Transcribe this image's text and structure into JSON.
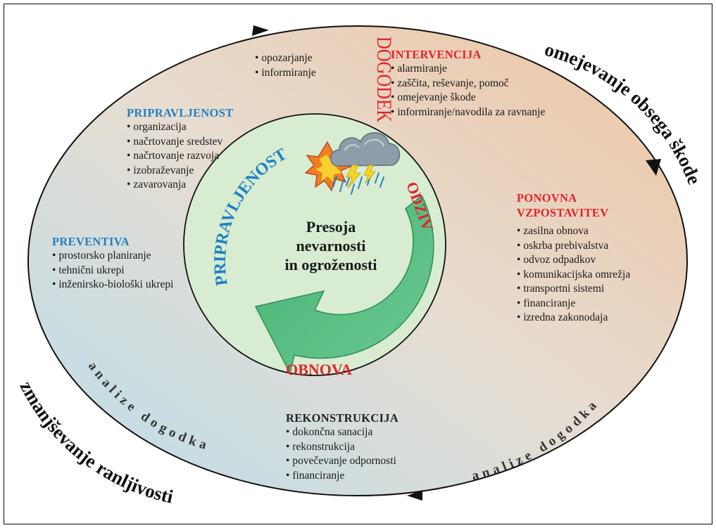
{
  "center": {
    "line1": "Presoja",
    "line2": "nevarnosti",
    "line3": "in ogroženosti"
  },
  "inner_labels": {
    "pripravljenost": "PRIPRAVLJENOST",
    "odziv": "ODZIV",
    "obnova": "OBNOVA"
  },
  "event_label": "DOGODEK",
  "outer_labels": {
    "top_right": "omejevanje obsega škode",
    "bottom_left": "zmanjševanje ranljivosti",
    "analize_left": "analize dogodka",
    "analize_right": "analize dogodka"
  },
  "blocks": {
    "top": {
      "items": [
        "opozarjanje",
        "informiranje"
      ]
    },
    "intervencija": {
      "title": "INTERVENCIJA",
      "items": [
        "alarmiranje",
        "zaščita, reševanje, pomoč",
        "omejevanje škode",
        "informiranje/navodila za ravnanje"
      ]
    },
    "pripravljenost": {
      "title": "PRIPRAVLJENOST",
      "items": [
        "organizacija",
        "načrtovanje sredstev",
        "načrtovanje razvoja",
        "izobraževanje",
        "zavarovanja"
      ]
    },
    "preventiva": {
      "title": "PREVENTIVA",
      "items": [
        "prostorsko planiranje",
        "tehnični ukrepi",
        "inženirsko-biološki ukrepi"
      ]
    },
    "ponovna": {
      "title1": "PONOVNA",
      "title2": "VZPOSTAVITEV",
      "items": [
        "zasilna obnova",
        "oskrba prebivalstva",
        "odvoz odpadkov",
        "komunikacijska omrežja",
        "transportni sistemi",
        "financiranje",
        "izredna zakonodaja"
      ]
    },
    "rekonstrukcija": {
      "title": "REKONSTRUKCIJA",
      "items": [
        "dokončna sanacija",
        "rekonstrukcija",
        "povečevanje odpornosti",
        "financiranje"
      ]
    }
  },
  "colors": {
    "blue": "#1f7fc4",
    "red": "#e4232a",
    "inner_fill": "#d6ecd0",
    "arrow": "#5cc086",
    "outer_warm": "#e8cdb4",
    "outer_cool": "#c9dde2"
  }
}
